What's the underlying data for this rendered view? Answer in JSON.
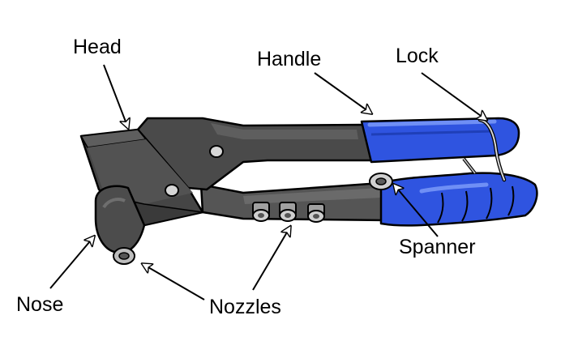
{
  "labels": {
    "head": "Head",
    "handle": "Handle",
    "lock": "Lock",
    "spanner": "Spanner",
    "nose": "Nose",
    "nozzles": "Nozzles"
  },
  "colors": {
    "body_dark": "#4a4a4a",
    "body_mid": "#5c5c5c",
    "body_light": "#7a7a7a",
    "grip_blue": "#2f54e0",
    "grip_blue_dark": "#1f3fb8",
    "grip_highlight": "#6f8ff5",
    "metal": "#c8c8c8",
    "outline": "#000000"
  }
}
